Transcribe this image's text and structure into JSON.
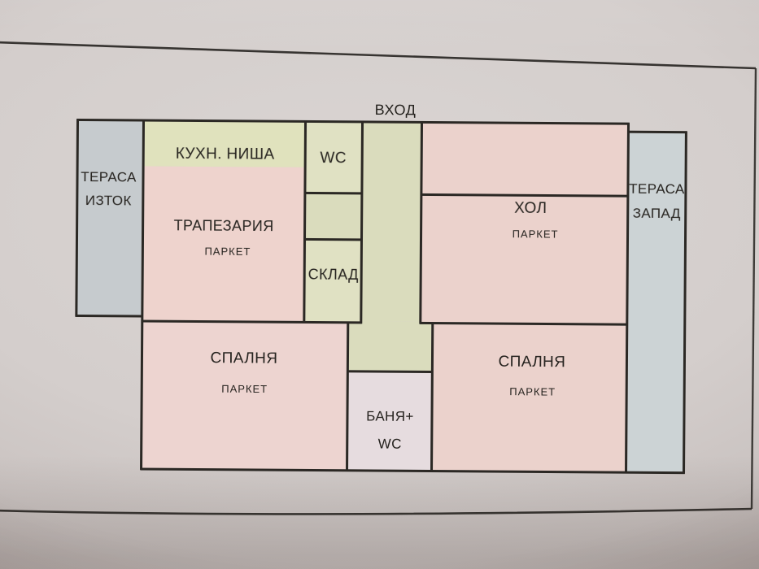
{
  "document": {
    "type": "apartment-floor-plan-photo",
    "entrance_label": "ВХОД"
  },
  "palette": {
    "paper": "#d4cecc",
    "ink": "#2b2824",
    "pink_room": "#eed3cd",
    "green_zone": "#dfe0bf",
    "terrace_gray": "#c9ced1"
  },
  "rooms": [
    {
      "id": "terrace-east",
      "lines": [
        "ТЕРАСА",
        "ИЗТОК"
      ],
      "color": "#c6cbce"
    },
    {
      "id": "kitchen-niche",
      "name": "КУХН. НИША",
      "color": "#e0e2bd"
    },
    {
      "id": "dining",
      "name": "ТРАПЕЗАРИЯ",
      "floor": "ПАРКЕТ",
      "color": "#eed3cd"
    },
    {
      "id": "wc",
      "name": "WC",
      "color": "#e0e1c3"
    },
    {
      "id": "storage",
      "name": "СКЛАД",
      "color": "#e0e1c3"
    },
    {
      "id": "corridor",
      "color": "#dadcbd"
    },
    {
      "id": "hall",
      "name": "ХОЛ",
      "floor": "ПАРКЕТ",
      "color": "#ebd2cc"
    },
    {
      "id": "terrace-west",
      "lines": [
        "ТЕРАСА",
        "ЗАПАД"
      ],
      "color": "#ccd3d5"
    },
    {
      "id": "bedroom-left",
      "name": "СПАЛНЯ",
      "floor": "ПАРКЕТ",
      "color": "#edd4d0"
    },
    {
      "id": "bedroom-right",
      "name": "СПАЛНЯ",
      "floor": "ПАРКЕТ",
      "color": "#ebd2cc"
    },
    {
      "id": "bathroom",
      "lines": [
        "БАНЯ+",
        "WC"
      ],
      "color": "#e6dcdf"
    }
  ]
}
